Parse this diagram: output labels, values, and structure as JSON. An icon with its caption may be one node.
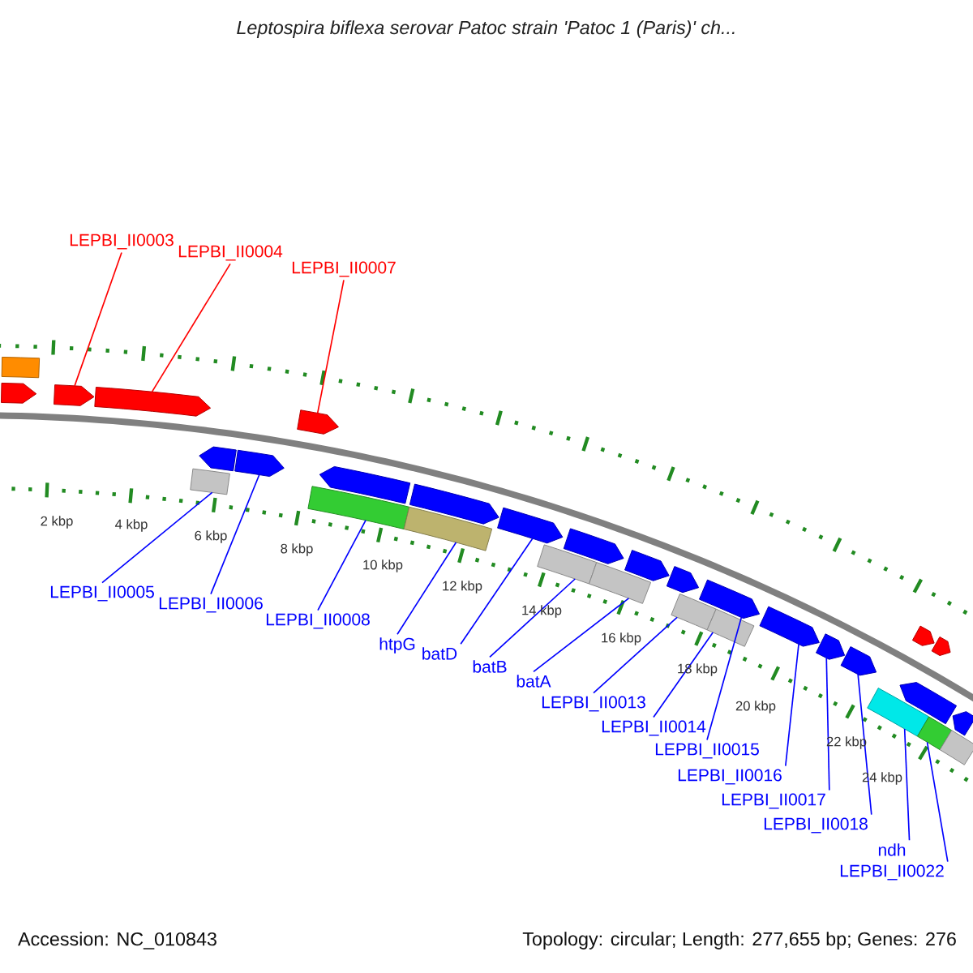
{
  "diagram": {
    "title": "Leptospira biflexa serovar Patoc strain 'Patoc 1 (Paris)' ch...",
    "nodes": [
      {
        "text": [
          "LEPBI_II0003"
        ]
      },
      {
        "text": [
          "LEPBI_II0004"
        ]
      },
      {
        "text": [
          "LEPBI_II0007"
        ]
      },
      {
        "text": [
          "LEPBI_II0005"
        ]
      },
      {
        "text": [
          "LEPBI_II0006"
        ]
      },
      {
        "text": [
          "LEPBI_II0008"
        ]
      },
      {
        "text": [
          "htpG"
        ]
      },
      {
        "text": [
          "batD"
        ]
      },
      {
        "text": [
          "batB"
        ]
      },
      {
        "text": [
          "batA"
        ]
      },
      {
        "text": [
          "LEPBI_II0013"
        ]
      },
      {
        "text": [
          "LEPBI_II0014"
        ]
      },
      {
        "text": [
          "LEPBI_II0015"
        ]
      },
      {
        "text": [
          "LEPBI_II0016"
        ]
      },
      {
        "text": [
          "LEPBI_II0017"
        ]
      },
      {
        "text": [
          "LEPBI_II0018"
        ]
      },
      {
        "text": [
          "ndh"
        ]
      },
      {
        "text": [
          "LEPBI_II0022"
        ]
      },
      {
        "text": [],
        "shape": "pentagon"
      },
      {
        "text": [],
        "shape": "box"
      },
      {
        "text": [],
        "shape": "pentagon"
      },
      {
        "text": [],
        "shape": "pentagon"
      },
      {
        "text": [],
        "shape": "box"
      },
      {
        "text": [],
        "shape": "pentagon"
      },
      {
        "text": [],
        "shape": "pentagon"
      },
      {
        "text": [],
        "shape": "pentagon"
      },
      {
        "text": [],
        "shape": "box"
      },
      {
        "text": [],
        "shape": "pentagon"
      },
      {
        "text": [],
        "shape": "pentagon"
      },
      {
        "text": [],
        "shape": "box"
      },
      {
        "text": [],
        "shape": "pentagon"
      },
      {
        "text": [],
        "shape": "box"
      },
      {
        "text": [],
        "shape": "pentagon"
      },
      {
        "text": [],
        "shape": "box"
      },
      {
        "text": [],
        "shape": "pentagon"
      },
      {
        "text": [],
        "shape": "pentagon"
      },
      {
        "text": [],
        "shape": "box"
      },
      {
        "text": [],
        "shape": "pentagon"
      },
      {
        "text": [],
        "shape": "box"
      },
      {
        "text": [],
        "shape": "pentagon"
      },
      {
        "text": [],
        "shape": "pentagon"
      },
      {
        "text": [],
        "shape": "pentagon"
      },
      {
        "text": [],
        "shape": "box"
      },
      {
        "text": [],
        "shape": "pentagon"
      },
      {
        "text": [],
        "shape": "pentagon"
      },
      {
        "text": [],
        "shape": "pentagon"
      },
      {
        "text": [],
        "shape": "box"
      },
      {
        "text": [],
        "shape": "pentagon"
      },
      {
        "text": [],
        "shape": "box"
      }
    ],
    "edges": [
      {
        "from": 0,
        "to": 20,
        "arrow": "none",
        "color": "#ff0000"
      },
      {
        "from": 1,
        "to": 21,
        "arrow": "none",
        "color": "#ff0000"
      },
      {
        "from": 2,
        "to": 25,
        "arrow": "none",
        "color": "#ff0000"
      },
      {
        "from": 3,
        "to": 22,
        "arrow": "none"
      },
      {
        "from": 4,
        "to": 24,
        "arrow": "none"
      },
      {
        "from": 5,
        "to": 26,
        "arrow": "none"
      },
      {
        "from": 6,
        "to": 29,
        "arrow": "none"
      },
      {
        "from": 7,
        "to": 30,
        "arrow": "none"
      },
      {
        "from": 8,
        "to": 31,
        "arrow": "none"
      },
      {
        "from": 9,
        "to": 33,
        "arrow": "none"
      },
      {
        "from": 10,
        "to": 36,
        "arrow": "none"
      },
      {
        "from": 11,
        "to": 38,
        "arrow": "none"
      },
      {
        "from": 12,
        "to": 37,
        "arrow": "none"
      },
      {
        "from": 13,
        "to": 39,
        "arrow": "none"
      },
      {
        "from": 14,
        "to": 40,
        "arrow": "none"
      },
      {
        "from": 15,
        "to": 41,
        "arrow": "none"
      },
      {
        "from": 16,
        "to": 42,
        "arrow": "none"
      },
      {
        "from": 17,
        "to": 46,
        "arrow": "none"
      }
    ],
    "labels": [
      "2 kbp",
      "4 kbp",
      "6 kbp",
      "8 kbp",
      "10 kbp",
      "12 kbp",
      "14 kbp",
      "16 kbp",
      "18 kbp",
      "20 kbp",
      "22 kbp",
      "24 kbp",
      "Accession: NC_010843",
      "Topology: circular; Length: 277,655 bp; Genes: 276"
    ]
  }
}
